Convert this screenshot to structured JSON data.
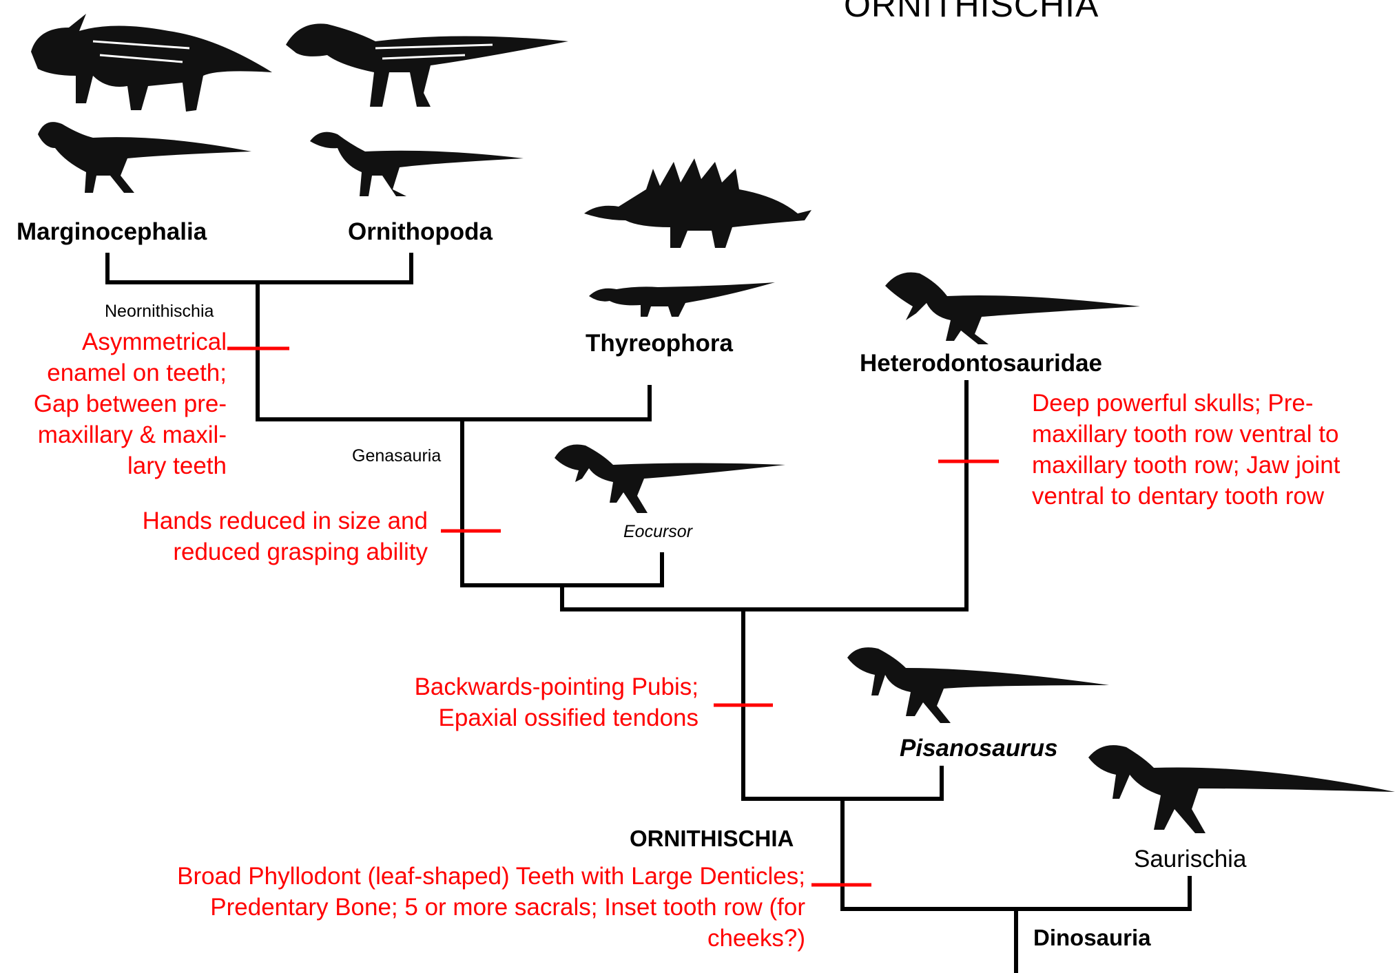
{
  "title": "ORNITHISCHIA",
  "clades": {
    "marginocephalia": "Marginocephalia",
    "ornithopoda": "Ornithopoda",
    "thyreophora": "Thyreophora",
    "heterodontosauridae": "Heterodontosauridae",
    "pisanosaurus": "Pisanosaurus",
    "ornithischia": "ORNITHISCHIA",
    "saurischia": "Saurischia",
    "dinosauria": "Dinosauria",
    "eocursor": "Eocursor"
  },
  "nodes": {
    "neornithischia": "Neornithischia",
    "genasauria": "Genasauria"
  },
  "synapomorphies": {
    "neornithischia": [
      "Asymmetrical",
      "enamel on teeth;",
      "Gap between pre-",
      "maxillary & maxil-",
      "lary teeth"
    ],
    "genasauria": [
      "Hands reduced in size and",
      "reduced grasping ability"
    ],
    "heterodontosauridae": [
      "Deep powerful skulls; Pre-",
      "maxillary tooth row ventral to",
      "maxillary tooth row; Jaw joint",
      "ventral to dentary tooth row"
    ],
    "post_pisanosaurus": [
      "Backwards-pointing Pubis;",
      "Epaxial ossified tendons"
    ],
    "ornithischia": [
      "Broad Phyllodont (leaf-shaped) Teeth with Large Denticles;",
      "Predentary Bone; 5 or more sacrals; Inset tooth row (for",
      "cheeks?)"
    ]
  },
  "silhouettes": [
    "triceratops-skeleton",
    "hadrosaur-skeleton",
    "pachycephalosaur-skeleton",
    "small-ornithopod-skeleton",
    "stegosaurus-skeleton",
    "scelidosaurus-skeleton",
    "heterodontosaurus-skeleton",
    "eocursor-skeleton",
    "pisanosaurus-skeleton",
    "herrerasaurus-skeleton"
  ],
  "colors": {
    "tree": "#000000",
    "synapomorphy": "#ff0000",
    "silhouette": "#111111"
  }
}
